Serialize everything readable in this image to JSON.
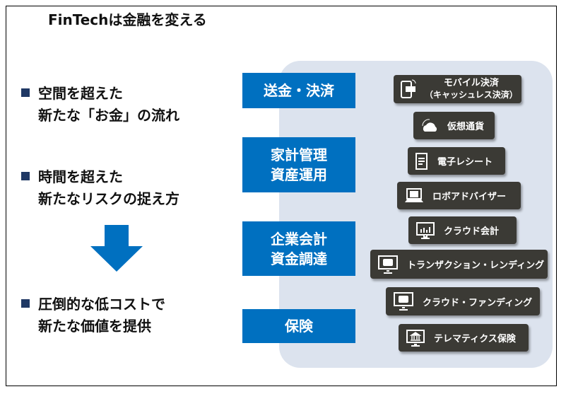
{
  "title": "FinTechは金融を変える",
  "bullets": [
    {
      "line1": "空間を超えた",
      "line2": "新たな「お金」の流れ"
    },
    {
      "line1": "時間を超えた",
      "line2": "新たなリスクの捉え方"
    },
    {
      "line1": "圧倒的な低コストで",
      "line2": "新たな価値を提供"
    }
  ],
  "categories": [
    {
      "line1": "送金・決済",
      "line2": ""
    },
    {
      "line1": "家計管理",
      "line2": "資産運用"
    },
    {
      "line1": "企業会計",
      "line2": "資金調達"
    },
    {
      "line1": "保険",
      "line2": ""
    }
  ],
  "services": [
    {
      "label": "モバイル決済",
      "sub": "（キャッシュレス決済）",
      "icon": "mobile-payment-icon"
    },
    {
      "label": "仮想通貨",
      "icon": "cloud-currency-icon"
    },
    {
      "label": "電子レシート",
      "icon": "receipt-icon"
    },
    {
      "label": "ロボアドバイザー",
      "icon": "laptop-advisor-icon"
    },
    {
      "label": "クラウド会計",
      "icon": "monitor-chart-icon"
    },
    {
      "label": "トランザクション・レンディング",
      "icon": "monitor-wallet-icon"
    },
    {
      "label": "クラウド・ファンディング",
      "icon": "monitor-wallet-icon"
    },
    {
      "label": "テレマティクス保険",
      "icon": "monitor-bank-icon"
    }
  ],
  "colors": {
    "category": "#0070c0",
    "pill": "#3b3a35",
    "panel": "#dce3ee",
    "arrow": "#0070c0"
  }
}
